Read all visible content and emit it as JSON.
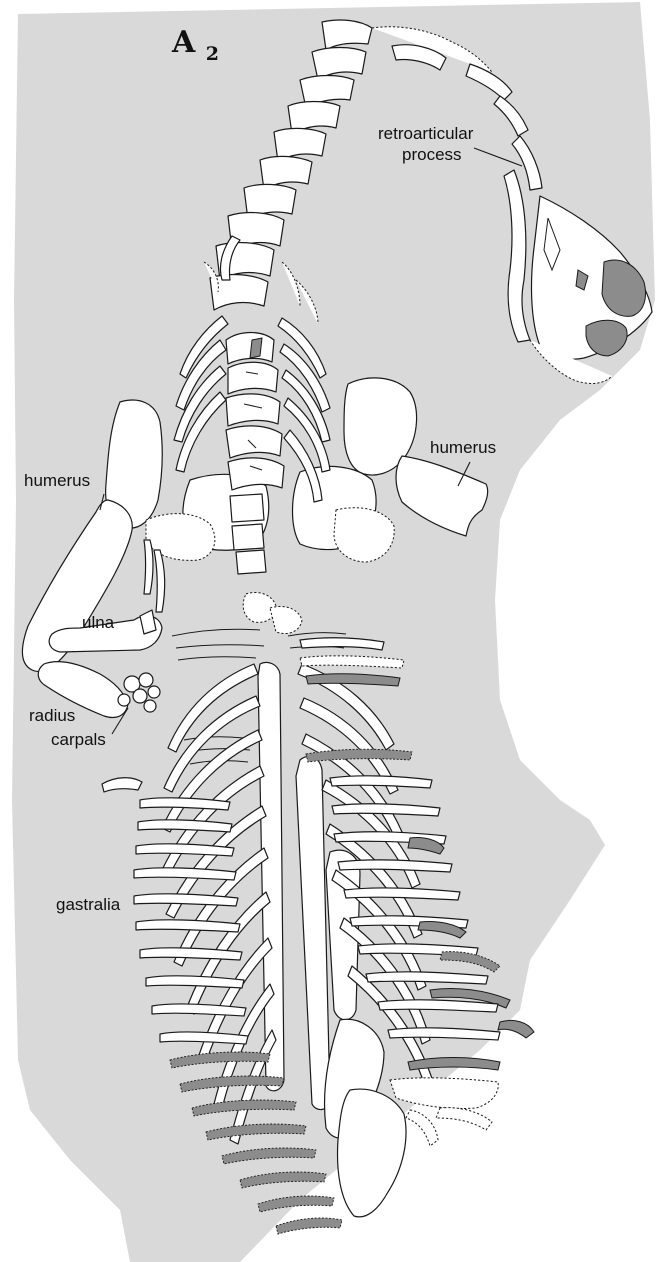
{
  "panel_label": {
    "letter": "A",
    "subscript": "2"
  },
  "labels": {
    "retroarticular_line1": "retroarticular",
    "retroarticular_line2": "process",
    "humerus_right": "humerus",
    "humerus_left": "humerus",
    "ulna": "ulna",
    "radius": "radius",
    "carpals": "carpals",
    "gastralia": "gastralia"
  },
  "colors": {
    "matrix": "#d9d9d9",
    "bone": "#ffffff",
    "dark_bone": "#8c8c8c",
    "outline": "#1a1a1a"
  }
}
